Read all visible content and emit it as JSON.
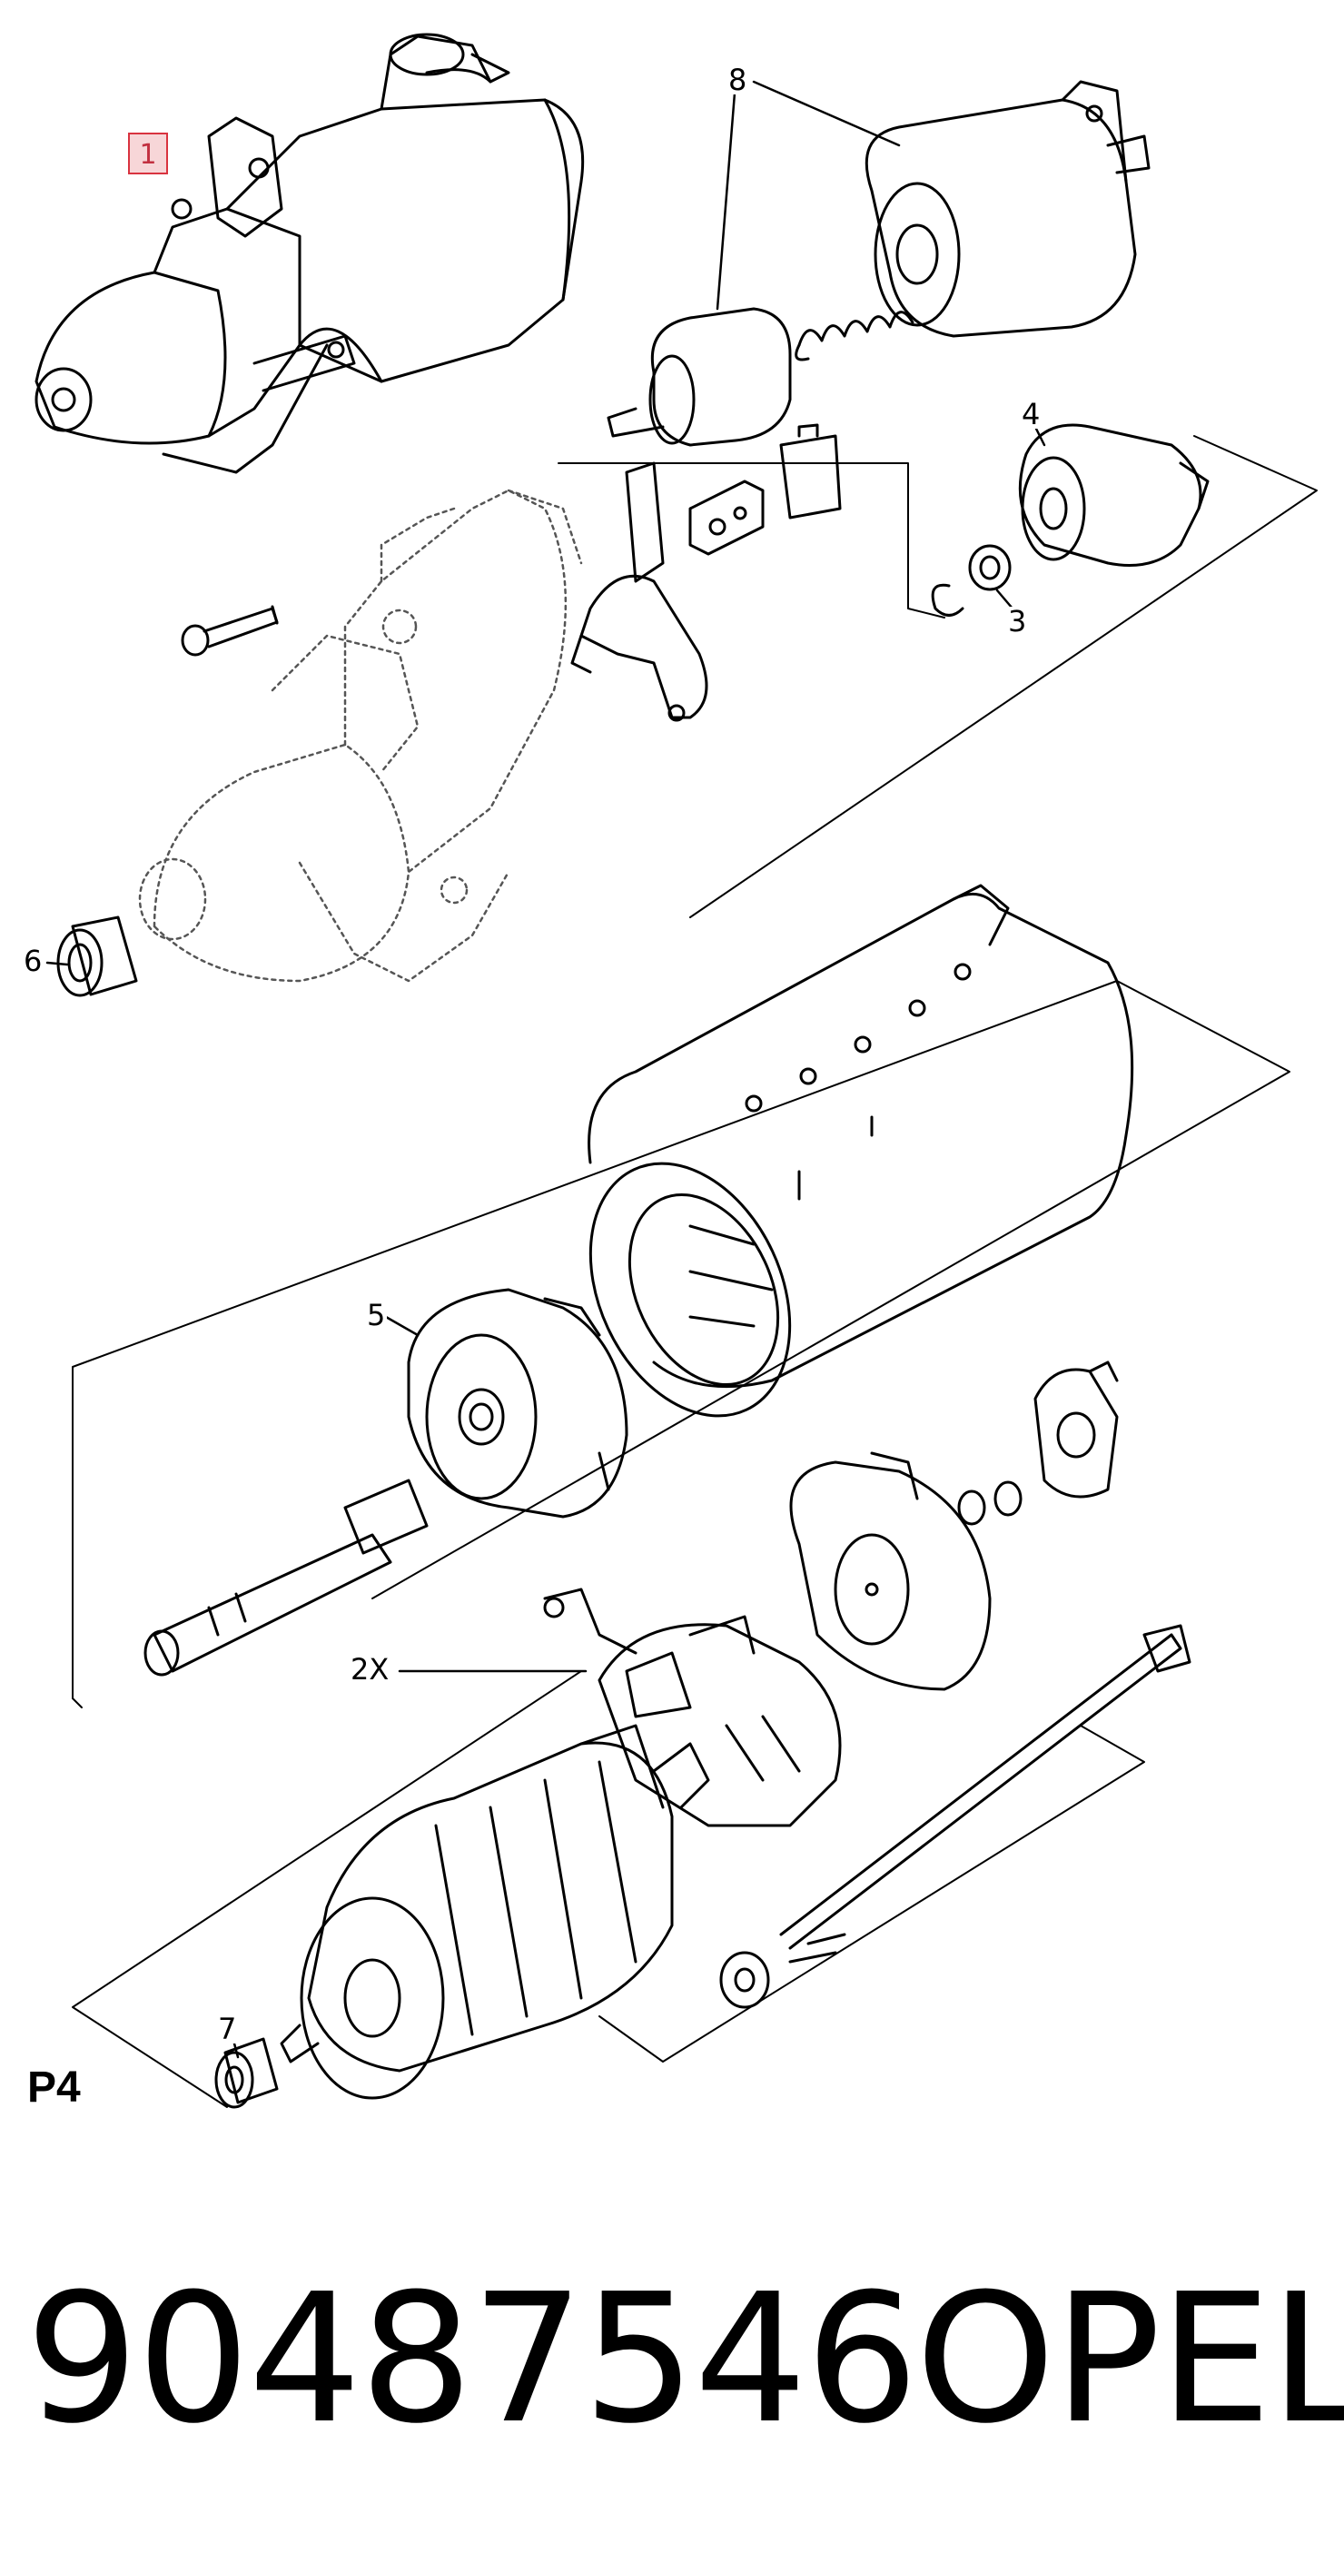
{
  "diagram": {
    "callout_labels": {
      "item_1": "1",
      "item_2x": "2X",
      "item_3": "3",
      "item_4": "4",
      "item_5": "5",
      "item_6": "6",
      "item_7": "7",
      "item_8": "8"
    },
    "page_code": "P4"
  },
  "footer": {
    "part_number": "90487546",
    "brand": "OPEL"
  },
  "colors": {
    "line": "#000000",
    "dashed_line": "#555555",
    "highlight_border": "#d9333f",
    "highlight_fill": "#f7d6d8"
  }
}
